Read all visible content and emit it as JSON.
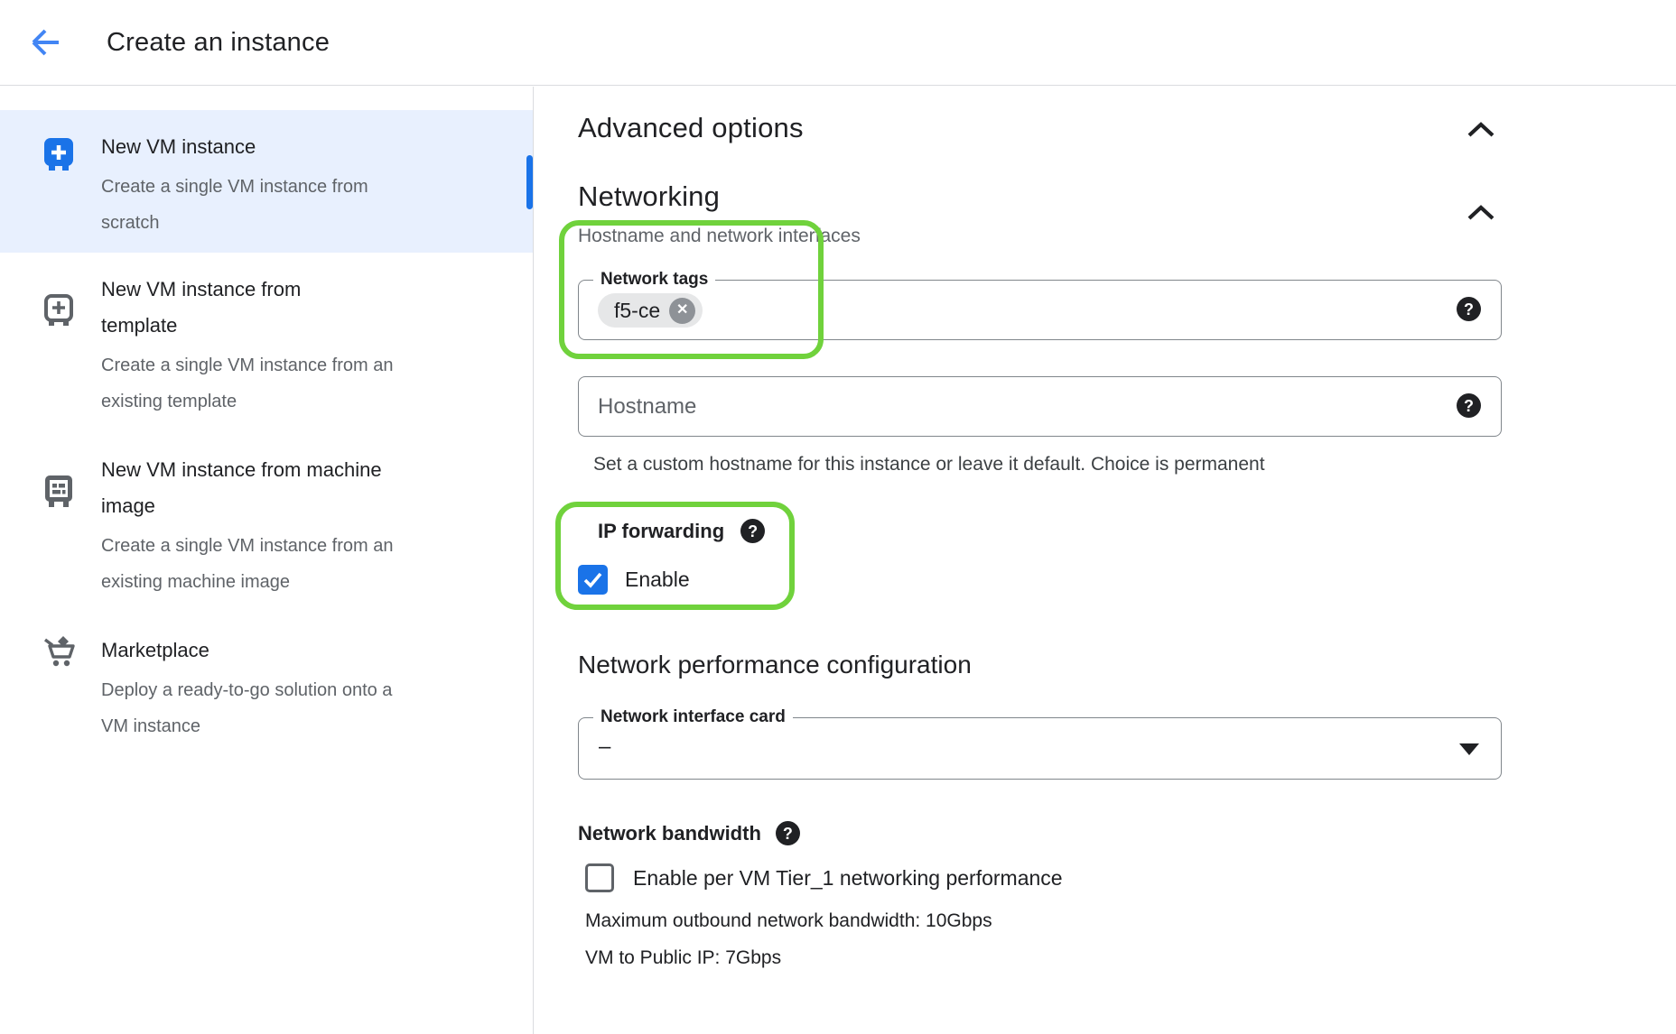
{
  "header": {
    "title": "Create an instance"
  },
  "sidebar": {
    "items": [
      {
        "title_lines": [
          "New VM instance"
        ],
        "desc_lines": [
          "Create a single VM instance from",
          "scratch"
        ],
        "selected": true
      },
      {
        "title_lines": [
          "New VM instance from",
          "template"
        ],
        "desc_lines": [
          "Create a single VM instance from an",
          "existing template"
        ],
        "selected": false
      },
      {
        "title_lines": [
          "New VM instance from machine",
          "image"
        ],
        "desc_lines": [
          "Create a single VM instance from an",
          "existing machine image"
        ],
        "selected": false
      },
      {
        "title_lines": [
          "Marketplace"
        ],
        "desc_lines": [
          "Deploy a ready-to-go solution onto a",
          "VM instance"
        ],
        "selected": false
      }
    ]
  },
  "main": {
    "advanced": {
      "heading": "Advanced options"
    },
    "networking": {
      "heading": "Networking",
      "subtitle": "Hostname and network interfaces",
      "network_tags": {
        "label": "Network tags",
        "chip": "f5-ce"
      },
      "hostname": {
        "placeholder": "Hostname",
        "helper": "Set a custom hostname for this instance or leave it default. Choice is permanent"
      },
      "ip_forwarding": {
        "label": "IP forwarding",
        "enable_label": "Enable",
        "enabled": true
      }
    },
    "performance": {
      "heading": "Network performance configuration",
      "nic": {
        "label": "Network interface card",
        "value": "–"
      },
      "bandwidth": {
        "label": "Network bandwidth",
        "tier1_label": "Enable per VM Tier_1 networking performance",
        "tier1_checked": false,
        "max_outbound": "Maximum outbound network bandwidth: 10Gbps",
        "vm_to_public": "VM to Public IP: 7Gbps"
      }
    }
  },
  "colors": {
    "accent_blue": "#1a73e8",
    "selected_item_bg": "#e8f0fe",
    "annotation_green": "#70d23c",
    "text_primary": "#202124",
    "text_secondary": "#5f6368",
    "field_border": "#80868b"
  }
}
